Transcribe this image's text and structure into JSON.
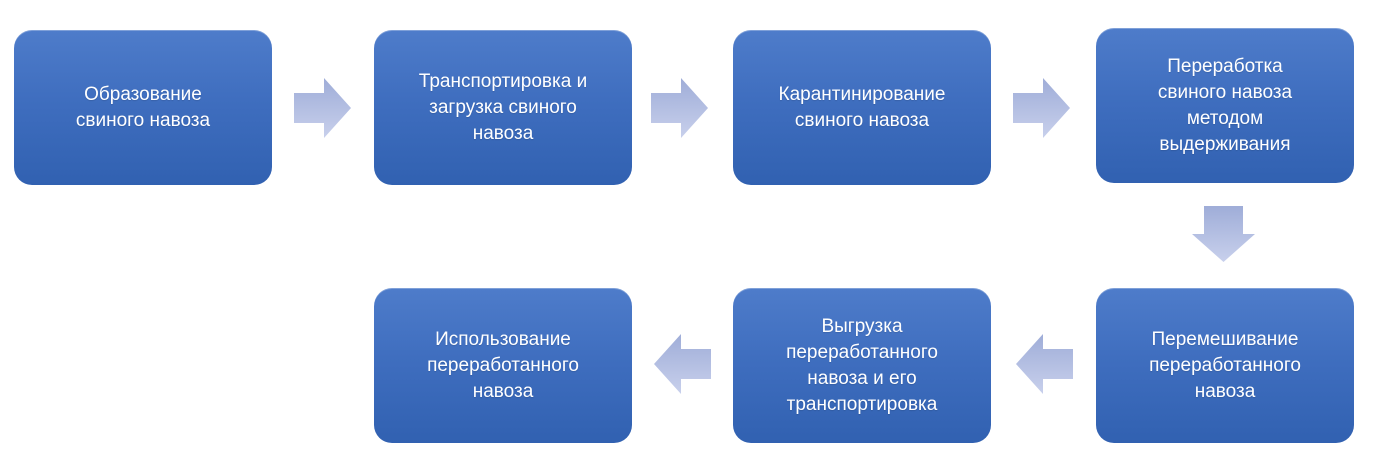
{
  "flowchart": {
    "type": "process-flow",
    "language": "ru",
    "steps": [
      {
        "id": 1,
        "row": "top",
        "label": "Образование\nсвиного навоза"
      },
      {
        "id": 2,
        "row": "top",
        "label": "Транспортировка и\nзагрузка свиного\nнавоза"
      },
      {
        "id": 3,
        "row": "top",
        "label": "Карантинирование\nсвиного навоза"
      },
      {
        "id": 4,
        "row": "top",
        "label": "Переработка\nсвиного навоза\nметодом\nвыдерживания"
      },
      {
        "id": 5,
        "row": "bottom",
        "label": "Перемешивание\nпереработанного\nнавоза"
      },
      {
        "id": 6,
        "row": "bottom",
        "label": "Выгрузка\nпереработанного\nнавоза и его\nтранспортировка"
      },
      {
        "id": 7,
        "row": "bottom",
        "label": "Использование\nпереработанного\nнавоза"
      }
    ],
    "connections": [
      {
        "from": 1,
        "to": 2,
        "direction": "right"
      },
      {
        "from": 2,
        "to": 3,
        "direction": "right"
      },
      {
        "from": 3,
        "to": 4,
        "direction": "right"
      },
      {
        "from": 4,
        "to": 5,
        "direction": "down"
      },
      {
        "from": 5,
        "to": 6,
        "direction": "left"
      },
      {
        "from": 6,
        "to": 7,
        "direction": "left"
      }
    ],
    "colors": {
      "box_gradient_top": "#4e7cca",
      "box_gradient_bottom": "#3161b1",
      "arrow_gradient_top": "#9fadd8",
      "arrow_gradient_bottom": "#c8d0ec",
      "text": "#ffffff",
      "background": "#ffffff"
    }
  }
}
